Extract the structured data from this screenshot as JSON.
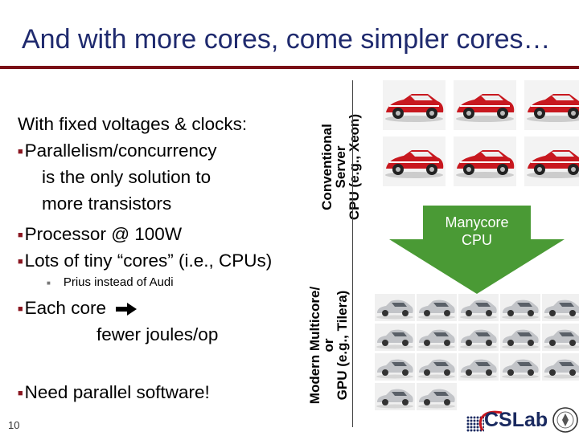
{
  "slide": {
    "title": "And with more cores, come simpler cores…",
    "number": "10"
  },
  "content": {
    "heading": "With fixed voltages & clocks:",
    "bullet1_line1": "Parallelism/concurrency",
    "bullet1_line2": "is the only solution to",
    "bullet1_line3": "more transistors",
    "bullet2": "Processor @ 100W",
    "bullet3": "Lots of tiny “cores” (i.e., CPUs)",
    "sub_bullet": "Prius instead of Audi",
    "bullet4_line1": "Each core",
    "bullet4_line2": "fewer joules/op",
    "bullet5": "Need parallel software!"
  },
  "labels": {
    "conventional": "Conventional",
    "server": "Server",
    "cpu_xeon": "CPU (e.g., Xeon)",
    "modern_multicore": "Modern Multicore/",
    "or": "or",
    "gpu_tilera": "GPU (e.g., Tilera)",
    "manycore_line1": "Manycore",
    "manycore_line2": "CPU"
  },
  "logo": {
    "text": "CSLab"
  },
  "icons": [
    "bullet-square-icon",
    "right-arrow-icon",
    "race-car-icon",
    "compact-car-icon",
    "down-arrow-icon"
  ],
  "colors": {
    "title": "#1f2a6e",
    "rule": "#7a0f16",
    "bullet": "#8a1620",
    "arrow": "#4a9a35",
    "logo_text": "#1a2a60",
    "race_car": "#c8181f"
  }
}
